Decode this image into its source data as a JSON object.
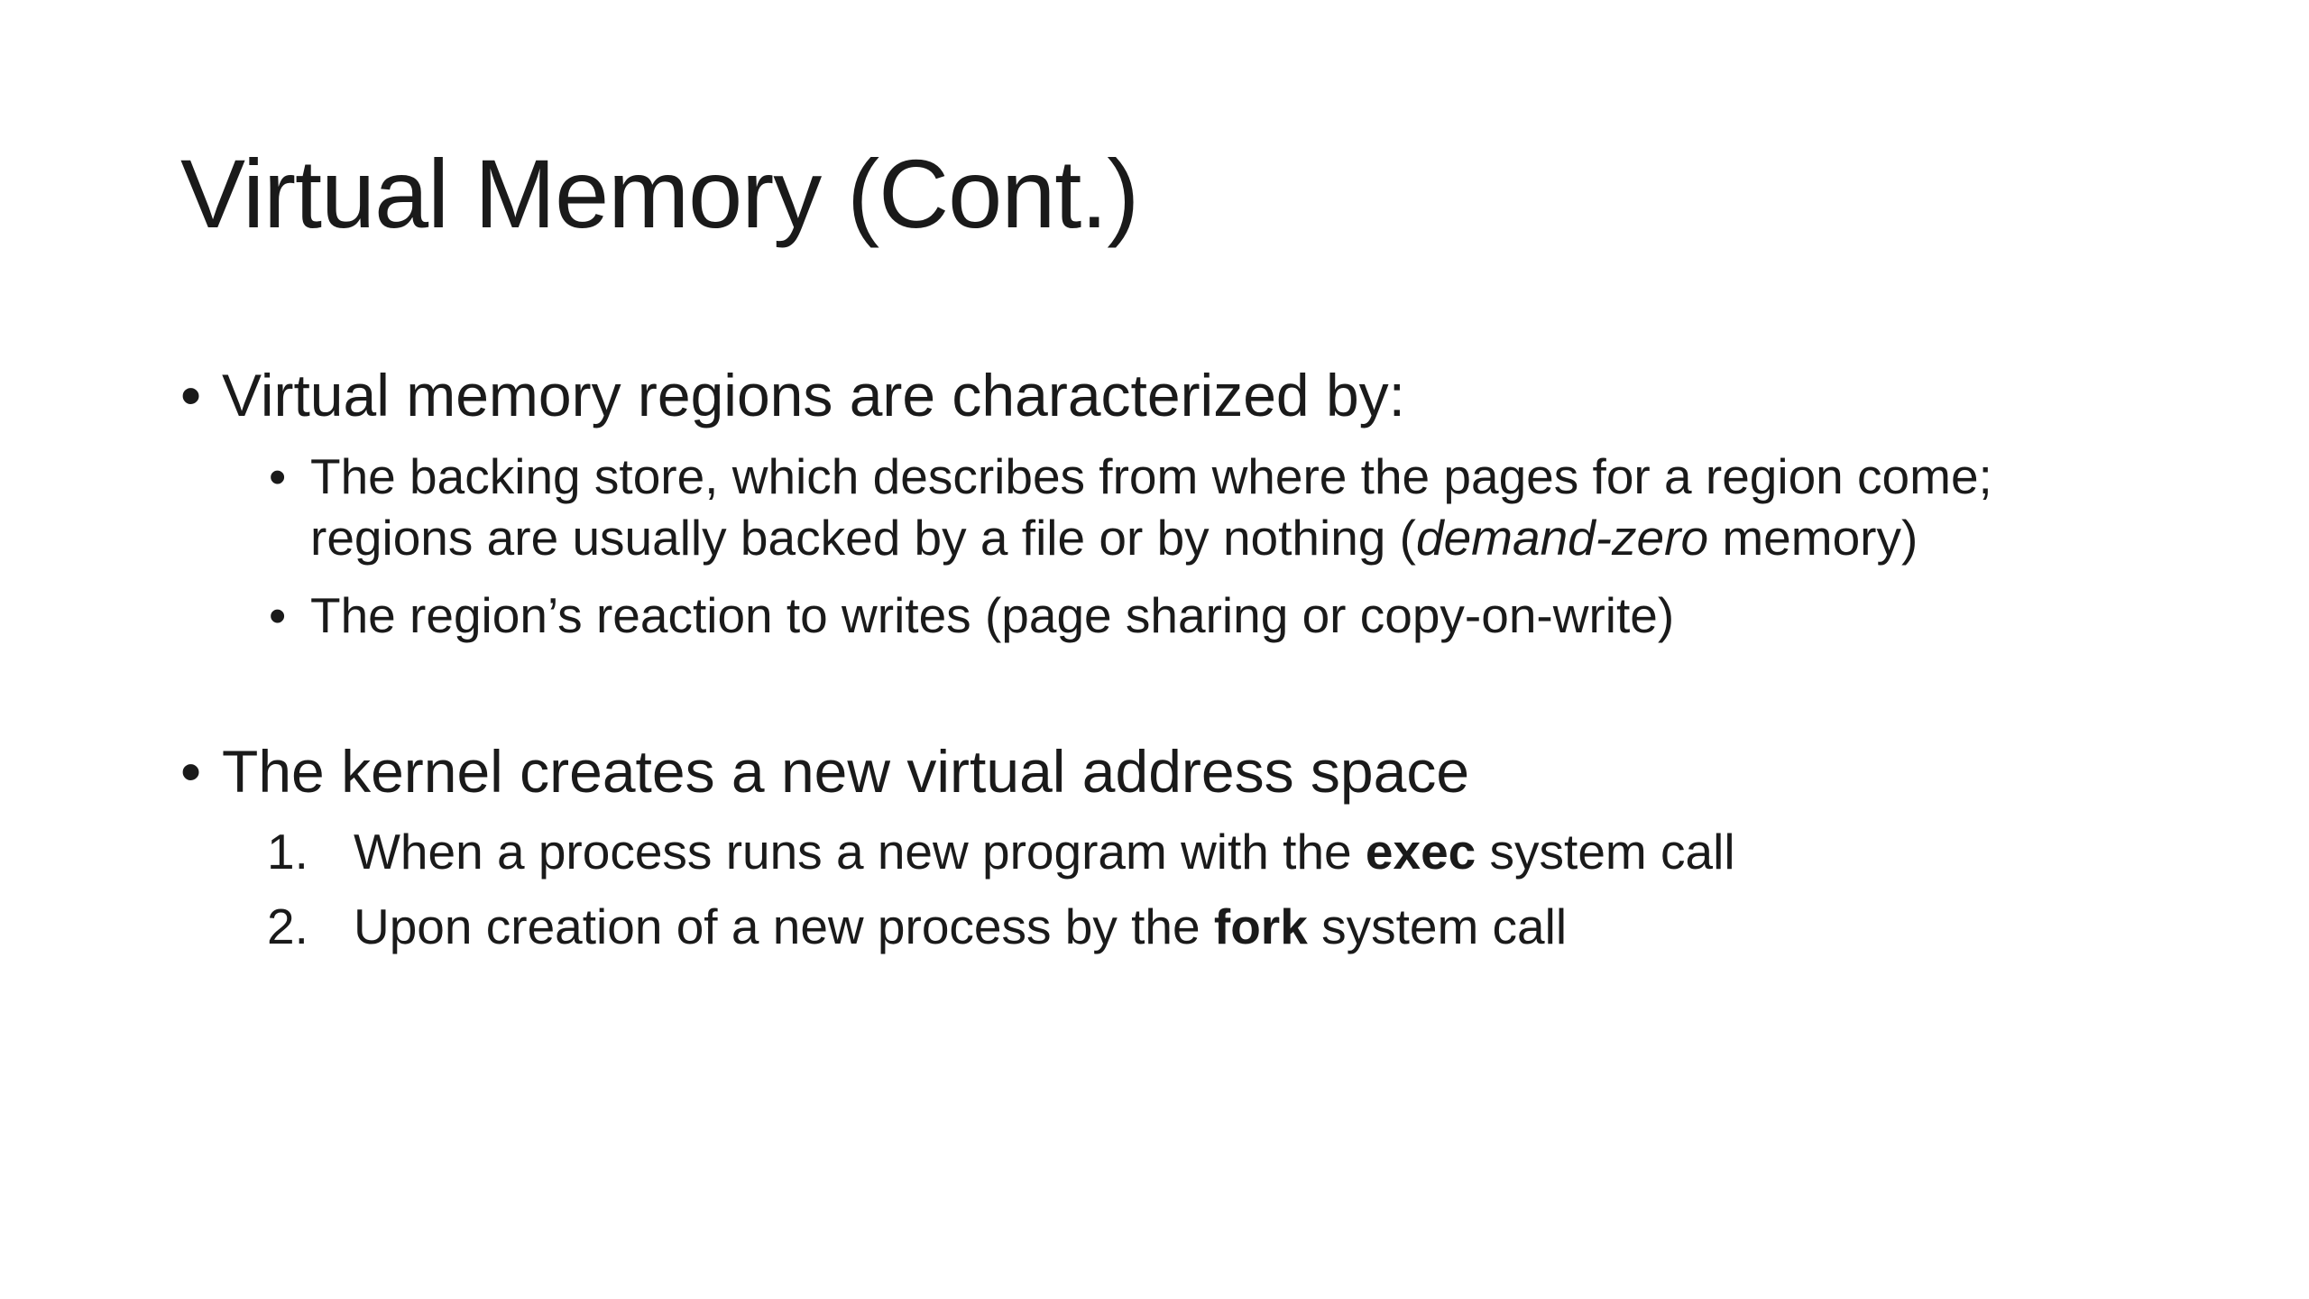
{
  "slide": {
    "title": "Virtual Memory (Cont.)",
    "bullets": [
      {
        "marker": "•",
        "text": "Virtual memory regions are characterized by:",
        "sub": [
          {
            "marker": "•",
            "line1": "The backing store, which describes from where the pages for a region come;",
            "line2_before": "regions are usually backed by a file or by nothing (",
            "line2_italic": "demand-zero",
            "line2_after": " memory)"
          },
          {
            "marker": "•",
            "line1": "The region’s reaction to writes (page sharing or copy-on-write)"
          }
        ]
      },
      {
        "marker": "•",
        "text": "The kernel creates a new virtual address space",
        "numbered": [
          {
            "marker": "1.",
            "before": "When a process runs a new program with the ",
            "bold": "exec",
            "after": " system call"
          },
          {
            "marker": "2.",
            "before": "Upon creation of a new process by the ",
            "bold": "fork",
            "after": " system call"
          }
        ]
      }
    ]
  }
}
